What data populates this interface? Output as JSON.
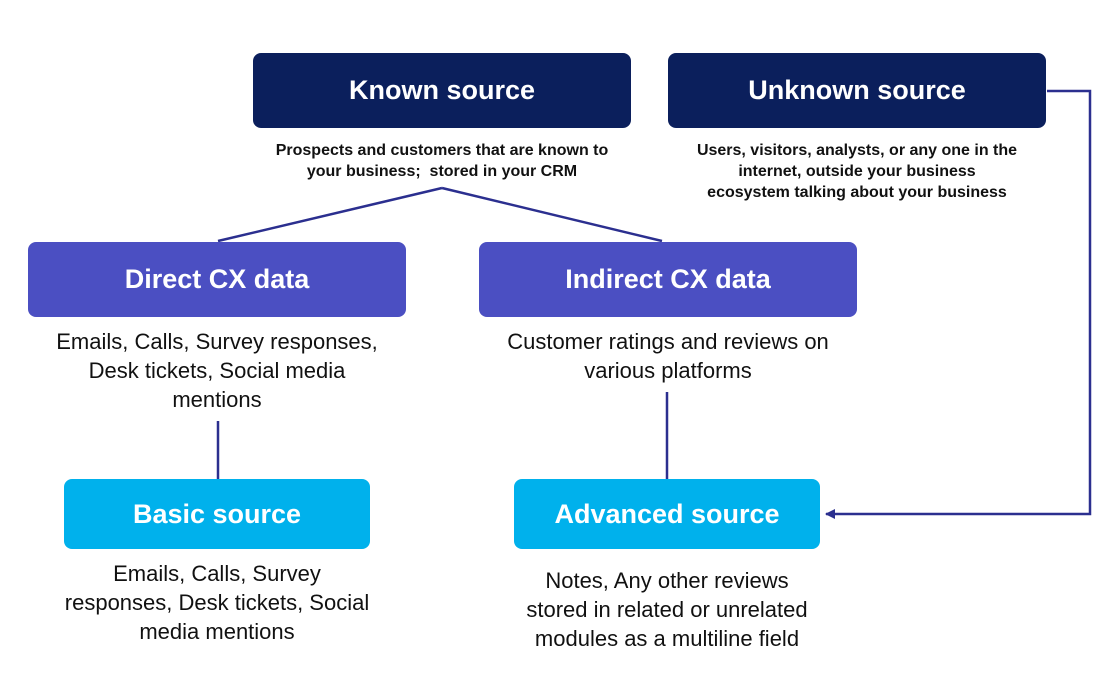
{
  "nodes": {
    "known_source": {
      "title": "Known source",
      "description_lines": [
        "Prospects and customers that are known to",
        "your business;  stored in your CRM"
      ]
    },
    "unknown_source": {
      "title": "Unknown source",
      "description_lines": [
        "Users, visitors, analysts, or any one in the",
        "internet, outside your business",
        "ecosystem talking about your business"
      ]
    },
    "direct_cx": {
      "title": "Direct CX data",
      "description_lines": [
        "Emails, Calls, Survey responses,",
        "Desk tickets, Social media",
        "mentions"
      ]
    },
    "indirect_cx": {
      "title": "Indirect CX data",
      "description_lines": [
        "Customer ratings and reviews on",
        "various platforms"
      ]
    },
    "basic_source": {
      "title": "Basic source",
      "description_lines": [
        "Emails, Calls, Survey",
        "responses, Desk tickets, Social",
        "media mentions"
      ]
    },
    "advanced_source": {
      "title": "Advanced source",
      "description_lines": [
        "Notes, Any other reviews",
        "stored in related or unrelated",
        "modules as a multiline field"
      ]
    }
  },
  "colors": {
    "level1": "#0b1f5c",
    "level2": "#4b4fc2",
    "level3": "#00b1ec",
    "connector": "#2b2f8f"
  }
}
